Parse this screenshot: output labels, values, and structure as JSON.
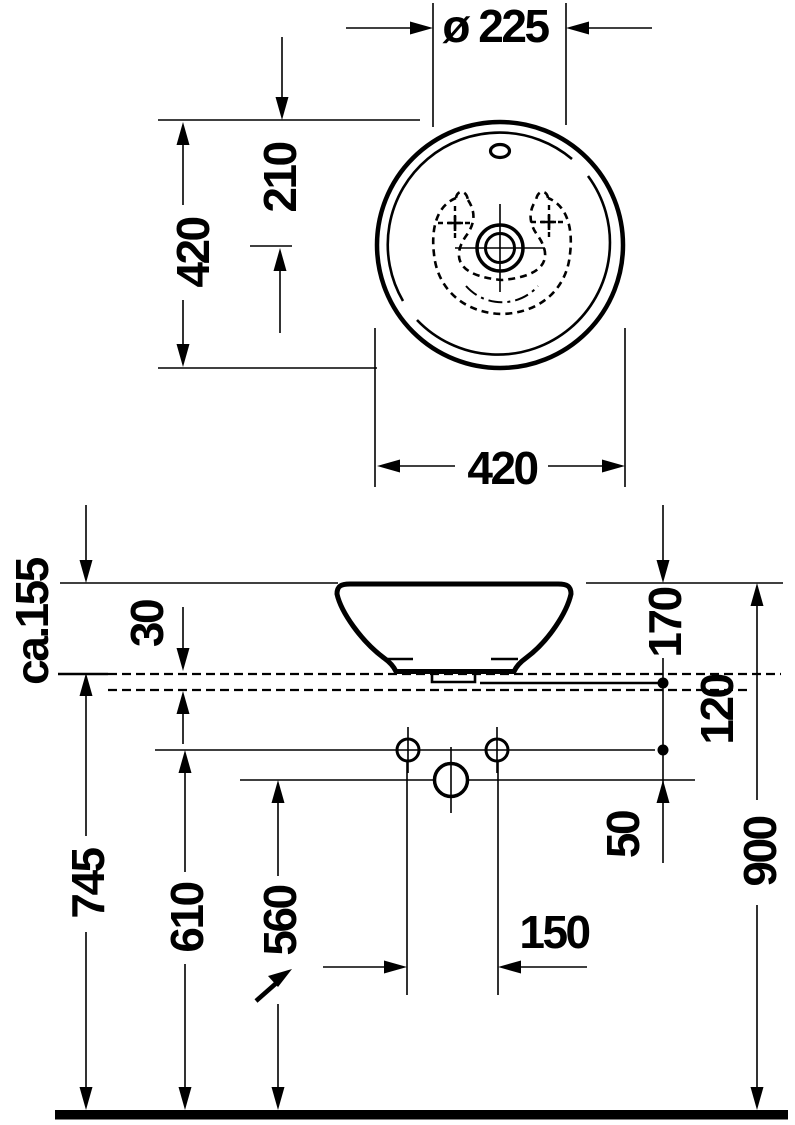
{
  "drawing": {
    "background_color": "#ffffff",
    "line_color": "#000000",
    "dims": {
      "dia": "ø 225",
      "top_h": "420",
      "top_half": "210",
      "top_w": "420",
      "basin_h": "ca.155",
      "counter_t": "30",
      "rim_fix": "170",
      "fix_gap": "120",
      "fix_drain": "50",
      "floor_counter": "745",
      "floor_fix": "610",
      "floor_drain": "560",
      "floor_rim": "900",
      "fix_spacing": "150"
    }
  }
}
